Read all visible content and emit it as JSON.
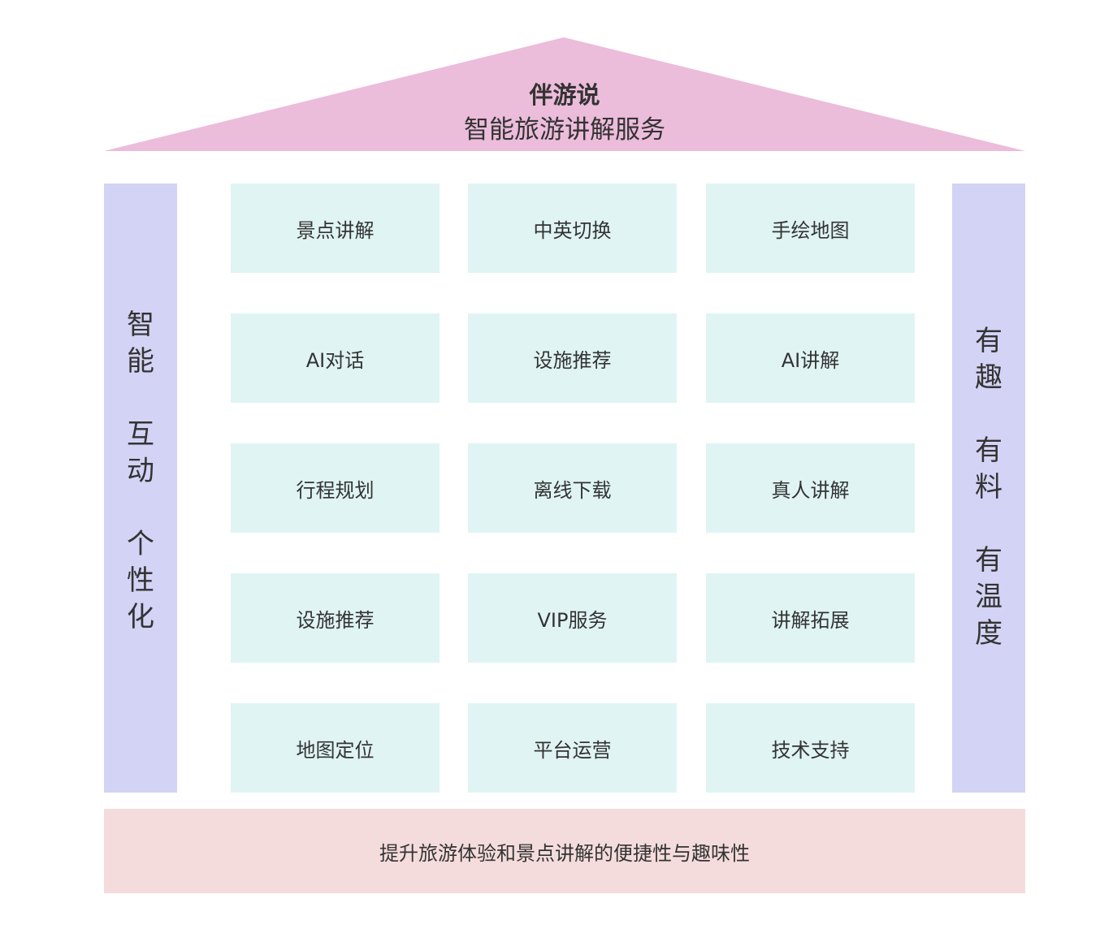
{
  "roof": {
    "title": "伴游说",
    "subtitle": "智能旅游讲解服务",
    "color": "#ecbcdb"
  },
  "left_pillar": {
    "groups": [
      [
        "智",
        "能"
      ],
      [
        "互",
        "动"
      ],
      [
        "个",
        "性",
        "化"
      ]
    ],
    "color": "#d3d3f5"
  },
  "right_pillar": {
    "groups": [
      [
        "有",
        "趣"
      ],
      [
        "有",
        "料"
      ],
      [
        "有",
        "温",
        "度"
      ]
    ],
    "color": "#d3d3f5"
  },
  "features": {
    "rows": [
      [
        "景点讲解",
        "中英切换",
        "手绘地图"
      ],
      [
        "AI对话",
        "设施推荐",
        "AI讲解"
      ],
      [
        "行程规划",
        "离线下载",
        "真人讲解"
      ],
      [
        "设施推荐",
        "VIP服务",
        "讲解拓展"
      ],
      [
        "地图定位",
        "平台运营",
        "技术支持"
      ]
    ],
    "color": "#e0f4f4"
  },
  "foundation": {
    "text": "提升旅游体验和景点讲解的便捷性与趣味性",
    "color": "#f5dcdc"
  }
}
